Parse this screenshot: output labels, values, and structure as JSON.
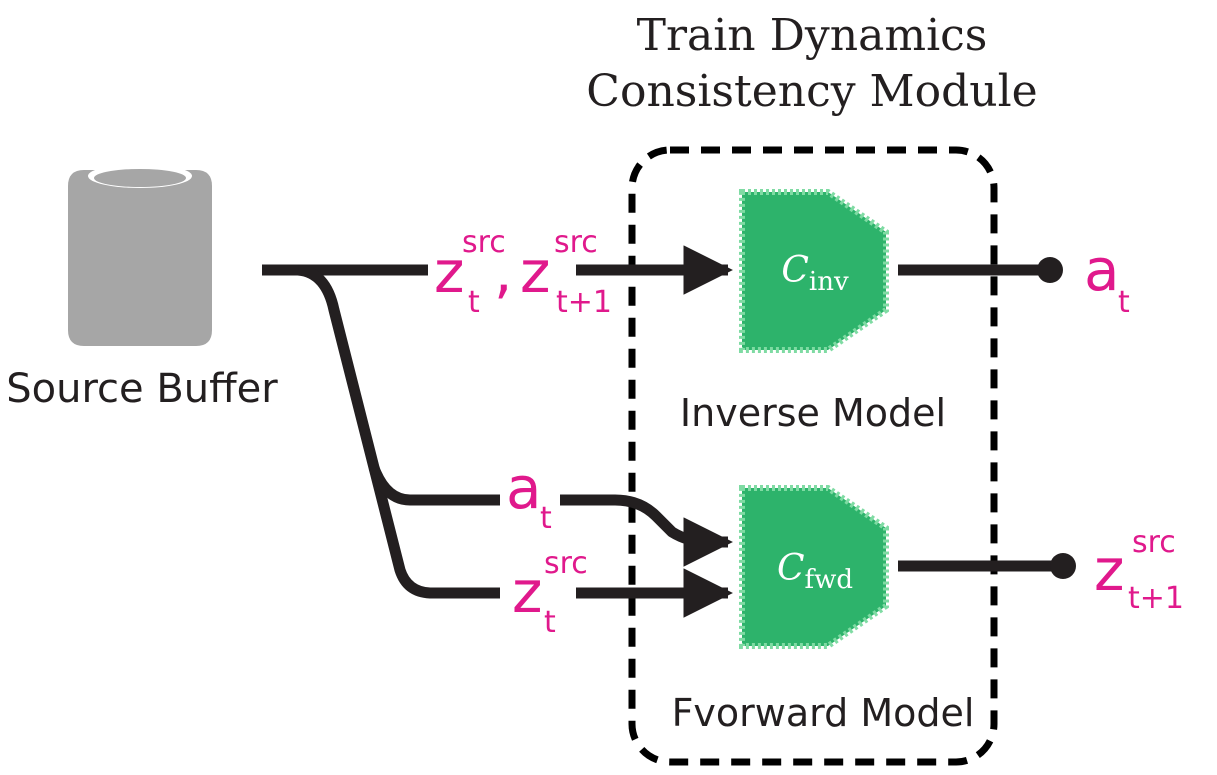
{
  "title": {
    "line1": "Train Dynamics",
    "line2": "Consistency Module"
  },
  "source": {
    "label": "Source Buffer"
  },
  "inverse": {
    "input1": {
      "base": "z",
      "sub": "t",
      "sup": "src"
    },
    "separator": ",",
    "input2": {
      "base": "z",
      "sub": "t+1",
      "sup": "src"
    },
    "module": {
      "base": "C",
      "sub": "inv"
    },
    "caption": "Inverse Model",
    "output": {
      "base": "a",
      "sub": "t"
    }
  },
  "forward": {
    "input1": {
      "base": "a",
      "sub": "t"
    },
    "input2": {
      "base": "z",
      "sub": "t",
      "sup": "src"
    },
    "module": {
      "base": "C",
      "sub": "fwd"
    },
    "caption": "Fvorward Model",
    "output": {
      "base": "z",
      "sub": "t+1",
      "sup": "src"
    }
  },
  "colors": {
    "accent": "#e0198c",
    "module": "#2db36b",
    "module_border": "#7fdba3",
    "buffer": "#a6a6a6",
    "line": "#231f20"
  }
}
